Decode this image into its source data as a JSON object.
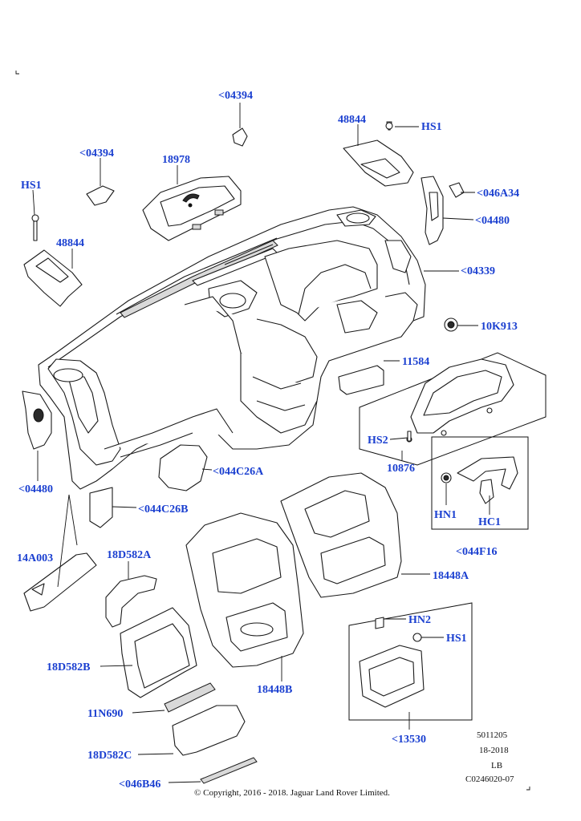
{
  "labels": {
    "l01": "<04394",
    "l02": "48844",
    "l03": "HS1",
    "l04": "<04394",
    "l05": "18978",
    "l06": "<046A34",
    "l07": "HS1",
    "l08": "<04480",
    "l09": "48844",
    "l10": "<04339",
    "l11": "10K913",
    "l12": "11584",
    "l13": "HS2",
    "l14": "10876",
    "l15": "<04480",
    "l16": "<044C26A",
    "l17": "<044C26B",
    "l18": "HN1",
    "l19": "HC1",
    "l20": "<044F16",
    "l21": "14A003",
    "l22": "18D582A",
    "l23": "18448A",
    "l24": "HN2",
    "l25": "HS1",
    "l26": "18D582B",
    "l27": "18448B",
    "l28": "11N690",
    "l29": "18D582C",
    "l30": "<13530",
    "l31": "<046B46"
  },
  "meta": {
    "line1": "5011205",
    "line2": "18-2018",
    "line3": "LB",
    "line4": "C0246020-07"
  },
  "copyright": "© Copyright, 2016 - 2018. Jaguar Land Rover Limited."
}
